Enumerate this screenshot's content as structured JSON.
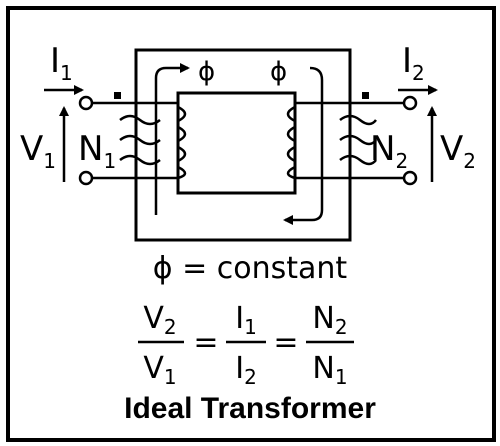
{
  "primary": {
    "current": "I",
    "current_sub": "1",
    "voltage": "V",
    "voltage_sub": "1",
    "turns": "N",
    "turns_sub": "1"
  },
  "secondary": {
    "current": "I",
    "current_sub": "2",
    "voltage": "V",
    "voltage_sub": "2",
    "turns": "N",
    "turns_sub": "2"
  },
  "flux_symbol": "ϕ",
  "flux_text": "ϕ = constant",
  "equation": {
    "v_num": "V",
    "v_num_sub": "2",
    "v_den": "V",
    "v_den_sub": "1",
    "eq1": "=",
    "i_num": "I",
    "i_num_sub": "1",
    "i_den": "I",
    "i_den_sub": "2",
    "eq2": "=",
    "n_num": "N",
    "n_num_sub": "2",
    "n_den": "N",
    "n_den_sub": "1"
  },
  "title": "Ideal Transformer",
  "colors": {
    "ink": "#000000",
    "background": "#ffffff"
  }
}
